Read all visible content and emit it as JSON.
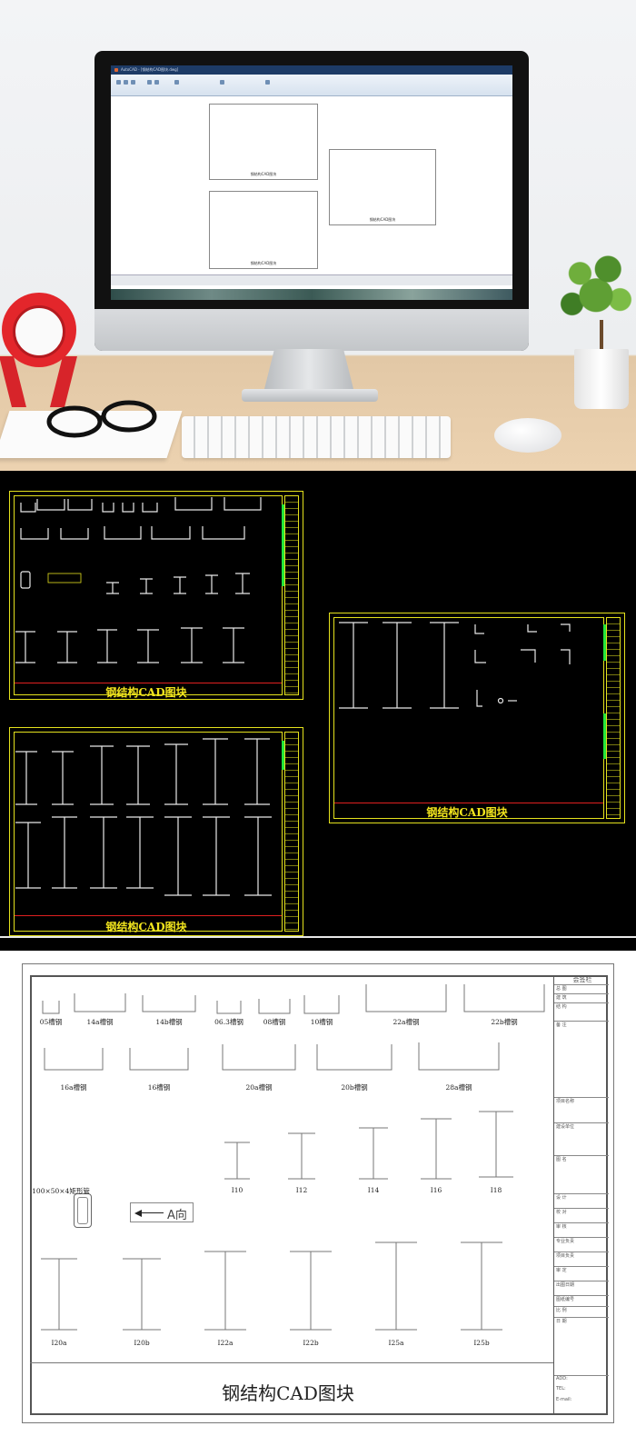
{
  "photo": {
    "screen": {
      "window_title": "AutoCAD - [钢结构CAD图块.dwg]",
      "sheet_captions": [
        "钢结构CAD图块",
        "钢结构CAD图块",
        "钢结构CAD图块"
      ]
    }
  },
  "dark_sheets": {
    "titles": [
      "钢结构CAD图块",
      "钢结构CAD图块",
      "钢结构CAD图块"
    ]
  },
  "drawing": {
    "title": "钢结构CAD图块",
    "arrow_label": "A向",
    "rect_tube_label": "100×50×4矩形管",
    "row1": [
      "05槽钢",
      "14a槽钢",
      "14b槽钢",
      "06.3槽钢",
      "08槽钢",
      "10槽钢",
      "22a槽钢",
      "22b槽钢"
    ],
    "row2": [
      "16a槽钢",
      "16槽钢",
      "20a槽钢",
      "20b槽钢",
      "28a槽钢"
    ],
    "row3": [
      "I10",
      "I12",
      "I14",
      "I16",
      "I18"
    ],
    "row4": [
      "I20a",
      "I20b",
      "I22a",
      "I22b",
      "I25a",
      "I25b"
    ],
    "titleblock": {
      "header": "会签栏",
      "rows": [
        "总 图",
        "建 筑",
        "结 构",
        "备 注",
        "项目名称",
        "建设单位",
        "图 名",
        "设 计",
        "校 对",
        "审 核",
        "专业负责",
        "项目负责",
        "审 定",
        "出图日期",
        "图纸编号",
        "比 例",
        "日 期",
        "ADD:",
        "TEL:",
        "E-mail:"
      ]
    }
  },
  "colors": {
    "cad_yellow": "#e5e21d",
    "cad_green": "#24e63a",
    "cad_red": "#e02020",
    "clock_red": "#e3262b"
  }
}
